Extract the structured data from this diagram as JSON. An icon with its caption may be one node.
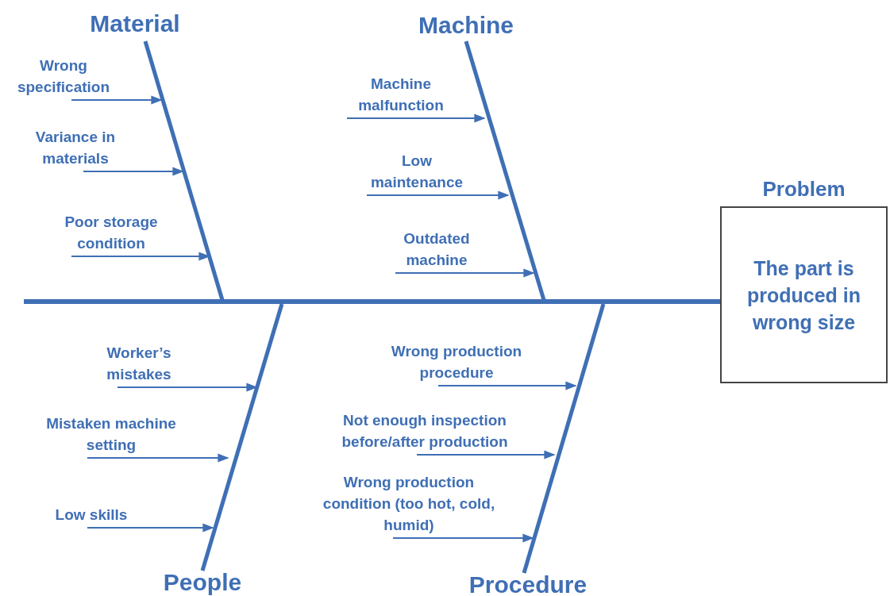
{
  "diagram": {
    "nodes": [
      {
        "text": [
          "Material"
        ]
      },
      {
        "text": [
          "Machine"
        ]
      },
      {
        "text": [
          "Wrong specification"
        ]
      },
      {
        "text": [
          "Machine malfunction"
        ]
      },
      {
        "text": [
          "Variance in materials"
        ]
      },
      {
        "text": [
          "Low maintenance"
        ]
      },
      {
        "text": [
          "Poor storage condition"
        ]
      },
      {
        "text": [
          "Outdated machine"
        ]
      },
      {
        "text": [
          "Problem",
          "The part is produced in wrong size"
        ]
      },
      {
        "text": [
          "Worker’s mistakes"
        ]
      },
      {
        "text": [
          "Wrong production procedure"
        ]
      },
      {
        "text": [
          "Mistaken machine setting"
        ]
      },
      {
        "text": [
          "Not enough inspection before/after production"
        ]
      },
      {
        "text": [
          "Low skills"
        ]
      },
      {
        "text": [
          "Wrong production condition (too hot, cold, humid)"
        ]
      },
      {
        "text": [
          "People"
        ]
      },
      {
        "text": [
          "Procedure"
        ]
      }
    ],
    "edges": [
      {
        "from": null,
        "to": 8,
        "arrow": "none",
        "style": "thick"
      },
      {
        "from": 0,
        "to": null,
        "arrow": "none",
        "style": "thick"
      },
      {
        "from": 1,
        "to": null,
        "arrow": "none",
        "style": "thick"
      },
      {
        "from": 15,
        "to": null,
        "arrow": "none",
        "style": "thick"
      },
      {
        "from": 16,
        "to": null,
        "arrow": "none",
        "style": "thick"
      },
      {
        "from": 2,
        "to": null,
        "arrow": "to"
      },
      {
        "from": 4,
        "to": null,
        "arrow": "to"
      },
      {
        "from": 6,
        "to": null,
        "arrow": "to"
      },
      {
        "from": 3,
        "to": null,
        "arrow": "to"
      },
      {
        "from": 5,
        "to": null,
        "arrow": "to"
      },
      {
        "from": 7,
        "to": null,
        "arrow": "to"
      },
      {
        "from": 9,
        "to": null,
        "arrow": "to"
      },
      {
        "from": 11,
        "to": null,
        "arrow": "to"
      },
      {
        "from": 13,
        "to": null,
        "arrow": "to"
      },
      {
        "from": 10,
        "to": null,
        "arrow": "to"
      },
      {
        "from": 12,
        "to": null,
        "arrow": "to"
      },
      {
        "from": 14,
        "to": null,
        "arrow": "to"
      }
    ]
  }
}
